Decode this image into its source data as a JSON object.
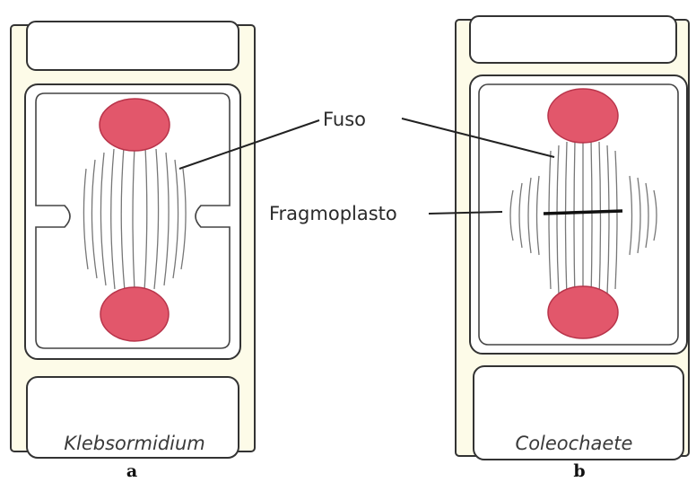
{
  "labels": {
    "spindle": "Fuso",
    "phragmoplast": "Fragmoplasto"
  },
  "panels": [
    {
      "species": "Klebsormidium",
      "letter": "a"
    },
    {
      "species": "Coleochaete",
      "letter": "b"
    }
  ],
  "colors": {
    "nucleus_fill": "#e2576b",
    "nucleus_stroke": "#b8344a",
    "wall_fill": "#fdfbe8"
  }
}
